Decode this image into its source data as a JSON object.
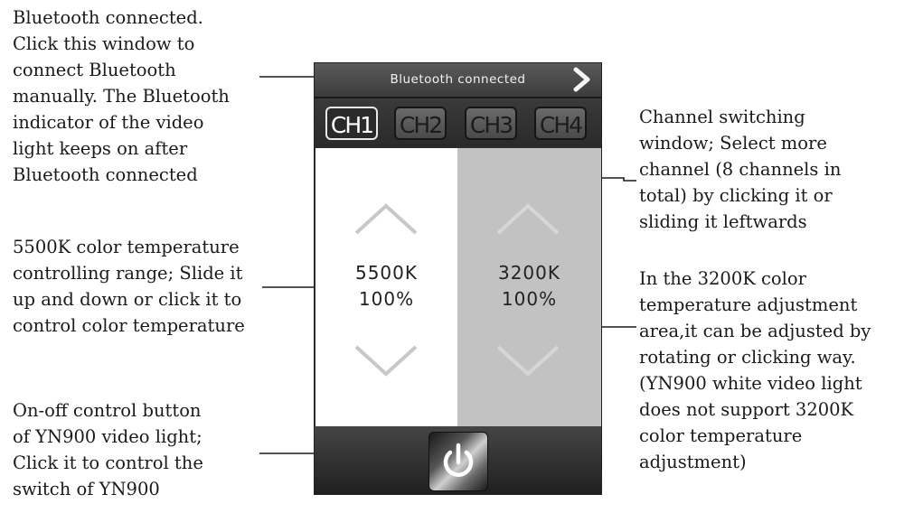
{
  "annotations": {
    "bluetooth": "Bluetooth connected.\nClick this window to\nconnect Bluetooth\nmanually. The Bluetooth\nindicator of the video\nlight keeps on after\nBluetooth connected",
    "channel": "Channel switching\nwindow; Select more\nchannel (8 channels in\ntotal) by clicking it or\nsliding it leftwards",
    "range5500": "5500K color temperature\ncontrolling range; Slide it\nup and down or click it to\ncontrol color temperature",
    "area3200": "In the 3200K color\ntemperature adjustment\narea,it can be adjusted by\nrotating or clicking way.\n(YN900 white video light\ndoes not support 3200K\ncolor temperature\nadjustment)",
    "power": "On-off control button\nof YN900 video light;\nClick it to control the\nswitch of YN900"
  },
  "app": {
    "status_bar": {
      "label": "Bluetooth connected",
      "icon": "chevron-right-icon"
    },
    "channels": [
      {
        "label": "CH1",
        "active": true
      },
      {
        "label": "CH2",
        "active": false
      },
      {
        "label": "CH3",
        "active": false
      },
      {
        "label": "CH4",
        "active": false
      }
    ],
    "left_panel": {
      "temperature": "5500K",
      "brightness": "100%",
      "background": "#ffffff"
    },
    "right_panel": {
      "temperature": "3200K",
      "brightness": "100%",
      "background": "#c2c2c2"
    },
    "power_button": {
      "icon": "power-icon"
    }
  }
}
